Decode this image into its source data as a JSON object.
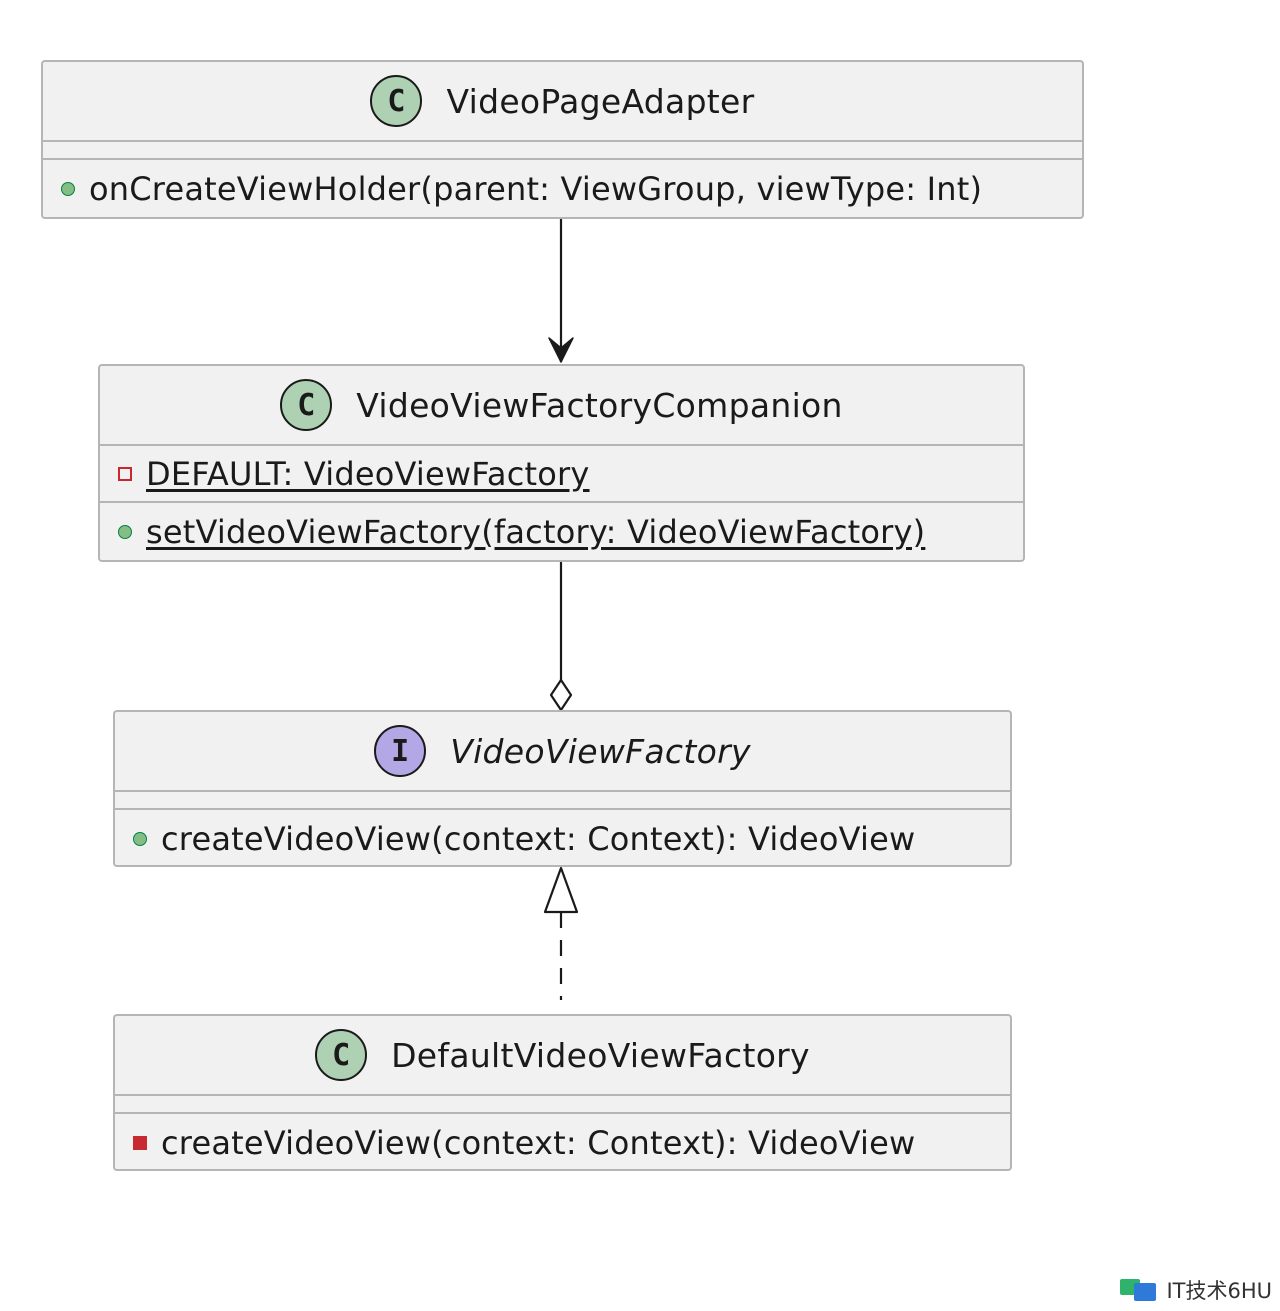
{
  "classes": {
    "video_page_adapter": {
      "name": "VideoPageAdapter",
      "stereotype": "C",
      "methods": [
        {
          "visibility": "public",
          "text": "onCreateViewHolder(parent: ViewGroup, viewType: Int)"
        }
      ]
    },
    "video_view_factory_companion": {
      "name": "VideoViewFactoryCompanion",
      "stereotype": "C",
      "fields": [
        {
          "visibility": "private",
          "text": "DEFAULT: VideoViewFactory"
        }
      ],
      "methods": [
        {
          "visibility": "public",
          "text": "setVideoViewFactory(factory: VideoViewFactory)"
        }
      ]
    },
    "video_view_factory": {
      "name": "VideoViewFactory",
      "stereotype": "I",
      "methods": [
        {
          "visibility": "public",
          "text": "createVideoView(context: Context): VideoView"
        }
      ]
    },
    "default_video_view_factory": {
      "name": "DefaultVideoViewFactory",
      "stereotype": "C",
      "methods": [
        {
          "visibility": "private",
          "text": "createVideoView(context: Context): VideoView"
        }
      ]
    }
  },
  "relations": [
    {
      "from": "VideoPageAdapter",
      "to": "VideoViewFactoryCompanion",
      "type": "association"
    },
    {
      "from": "VideoViewFactoryCompanion",
      "to": "VideoViewFactory",
      "type": "aggregation"
    },
    {
      "from": "DefaultVideoViewFactory",
      "to": "VideoViewFactory",
      "type": "realization"
    }
  ],
  "colors": {
    "class_fill": "#f1f1f1",
    "class_border": "#b5b5b5",
    "class_badge": "#add1b2",
    "interface_badge": "#b4a7e5",
    "public_marker": "#84be84",
    "private_marker": "#c82930"
  },
  "watermark": {
    "text": "IT技术6HU"
  }
}
